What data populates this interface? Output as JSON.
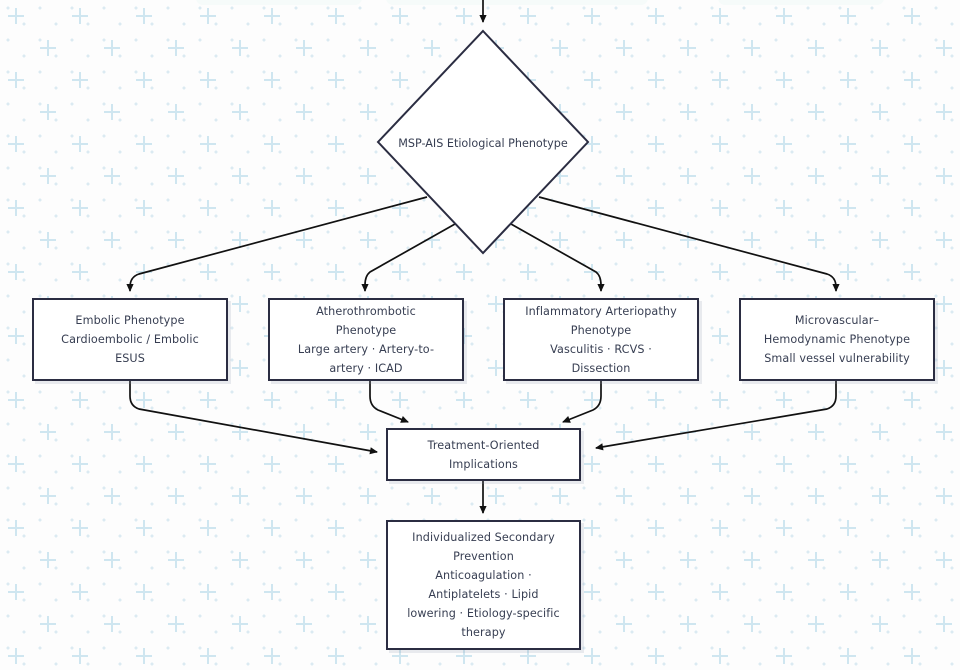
{
  "diagram": {
    "type": "flowchart",
    "orientation": "top-down",
    "root": {
      "shape": "diamond",
      "label": "MSP-AIS Etiological\nPhenotype",
      "line1": "MSP-AIS Etiological",
      "line2": "Phenotype"
    },
    "phenotypes": [
      {
        "id": "embolic",
        "title_line1": "Embolic Phenotype",
        "detail_line1": "Cardioembolic / Embolic",
        "detail_line2": "ESUS"
      },
      {
        "id": "atherothrombotic",
        "title_line1": "Atherothrombotic",
        "title_line2": "Phenotype",
        "detail_line1": "Large artery · Artery-to-",
        "detail_line2": "artery · ICAD"
      },
      {
        "id": "inflammatory",
        "title_line1": "Inflammatory Arteriopathy",
        "title_line2": "Phenotype",
        "detail_line1": "Vasculitis · RCVS ·",
        "detail_line2": "Dissection"
      },
      {
        "id": "microvascular",
        "title_line1": "Microvascular–",
        "title_line2": "Hemodynamic Phenotype",
        "detail_line1": "Small vessel vulnerability"
      }
    ],
    "treatment": {
      "line1": "Treatment-Oriented",
      "line2": "Implications"
    },
    "prevention": {
      "line1": "Individualized Secondary",
      "line2": "Prevention",
      "line3": "Anticoagulation ·",
      "line4": "Antiplatelets · Lipid",
      "line5": "lowering · Etiology-specific",
      "line6": "therapy"
    }
  },
  "style": {
    "node_border_color": "#2b2d42",
    "node_fill_color": "#ffffff",
    "text_color": "#373e52",
    "edge_color": "#111111",
    "background_color": "#fdfdfd",
    "pattern_color": "#dbeaf2"
  }
}
